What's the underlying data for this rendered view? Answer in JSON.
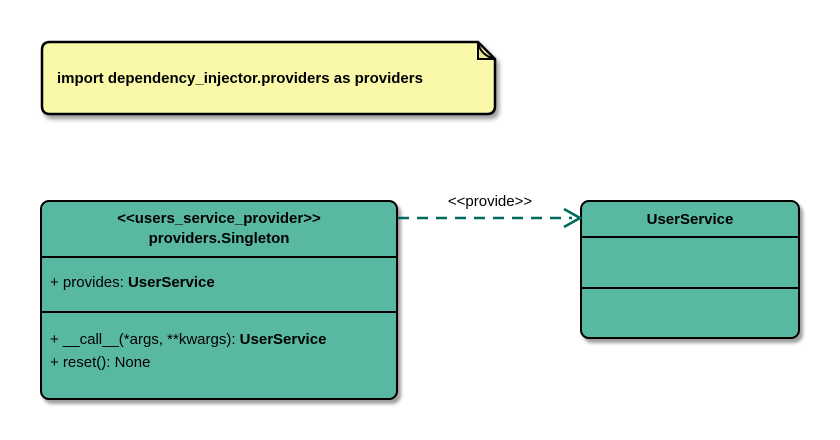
{
  "colors": {
    "class_fill": "#58B8A2",
    "class_border": "#000000",
    "arrow": "#006B5C",
    "note_fill": "#F9F9A9",
    "note_fold": "#E6E693",
    "background": "#FFFFFF",
    "text": "#000000"
  },
  "note": {
    "text": "import dependency_injector.providers as providers"
  },
  "singleton_class": {
    "stereotype": "<<users_service_provider>>",
    "name": "providers.Singleton",
    "attribute_prefix": "+ provides: ",
    "attribute_type": "UserService",
    "method1_prefix": "+ __call__(*args, **kwargs): ",
    "method1_type": "UserService",
    "method2": "+ reset(): None"
  },
  "user_service_class": {
    "name": "UserService"
  },
  "arrow": {
    "label": "<<provide>>"
  }
}
